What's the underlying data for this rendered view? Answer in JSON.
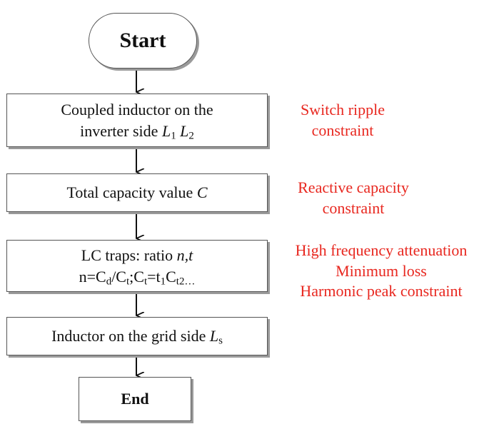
{
  "flowchart": {
    "start_label": "Start",
    "end_label": "End",
    "step1": {
      "line1": "Coupled inductor on the",
      "line2_text": "inverter side ",
      "var_a": "L",
      "var_a_sub": "1",
      "var_b": "L",
      "var_b_sub": "2"
    },
    "step2": {
      "text": "Total capacity value ",
      "var": "C"
    },
    "step3": {
      "line1_text": "LC traps: ratio ",
      "line1_vars": "n,t",
      "f_n": "n=C",
      "f_sub_d": "d",
      "f_slash": "/C",
      "f_sub_t1": "t",
      "f_semi": ";C",
      "f_sub_t2": "t",
      "f_eq": "=t",
      "f_sub_1": "1",
      "f_c": "C",
      "f_sub_t2dots": "t2…"
    },
    "step4": {
      "text": "Inductor on the grid side ",
      "var": "L",
      "var_sub": "s"
    }
  },
  "constraints": {
    "c1": [
      "Switch ripple",
      "constraint"
    ],
    "c2": [
      "Reactive capacity",
      "constraint"
    ],
    "c3": [
      "High frequency attenuation",
      "Minimum loss",
      "Harmonic peak constraint"
    ]
  },
  "colors": {
    "constraint_text": "#e8271f",
    "box_border": "#555555",
    "arrow": "#111111"
  }
}
